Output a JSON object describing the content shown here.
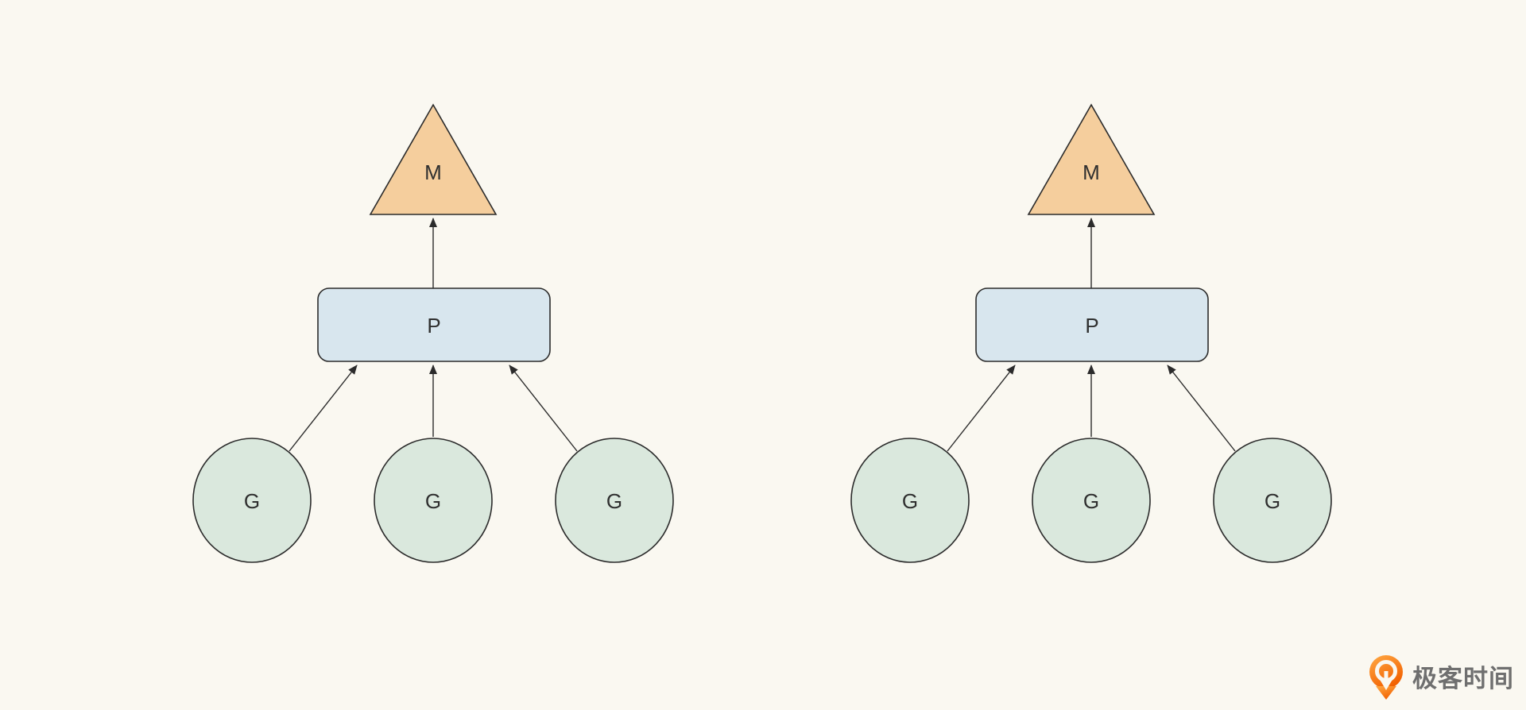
{
  "colors": {
    "background": "#FAF8F1",
    "shape_stroke": "#2B2B2B",
    "machine_fill": "#F5CE9D",
    "processor_fill": "#D8E6EE",
    "goroutine_fill": "#DAE8DD",
    "label_text": "#2F2F2F",
    "edge_color": "#2B2B2B",
    "logo_orange": "#F26000",
    "logo_orange_light": "#FFAA45",
    "logo_text_color": "#6F6F6F"
  },
  "diagrams": [
    {
      "id": "left",
      "machine": {
        "label": "M",
        "shape": "triangle"
      },
      "processor": {
        "label": "P",
        "shape": "rounded-rectangle"
      },
      "goroutines": [
        {
          "label": "G"
        },
        {
          "label": "G"
        },
        {
          "label": "G"
        }
      ],
      "edges": [
        {
          "from": "G1",
          "to": "P"
        },
        {
          "from": "G2",
          "to": "P"
        },
        {
          "from": "G3",
          "to": "P"
        },
        {
          "from": "P",
          "to": "M"
        }
      ]
    },
    {
      "id": "right",
      "machine": {
        "label": "M",
        "shape": "triangle"
      },
      "processor": {
        "label": "P",
        "shape": "rounded-rectangle"
      },
      "goroutines": [
        {
          "label": "G"
        },
        {
          "label": "G"
        },
        {
          "label": "G"
        }
      ],
      "edges": [
        {
          "from": "G1",
          "to": "P"
        },
        {
          "from": "G2",
          "to": "P"
        },
        {
          "from": "G3",
          "to": "P"
        },
        {
          "from": "P",
          "to": "M"
        }
      ]
    }
  ],
  "logo": {
    "text": "极客时间",
    "icon": "geektime-logo-icon"
  }
}
